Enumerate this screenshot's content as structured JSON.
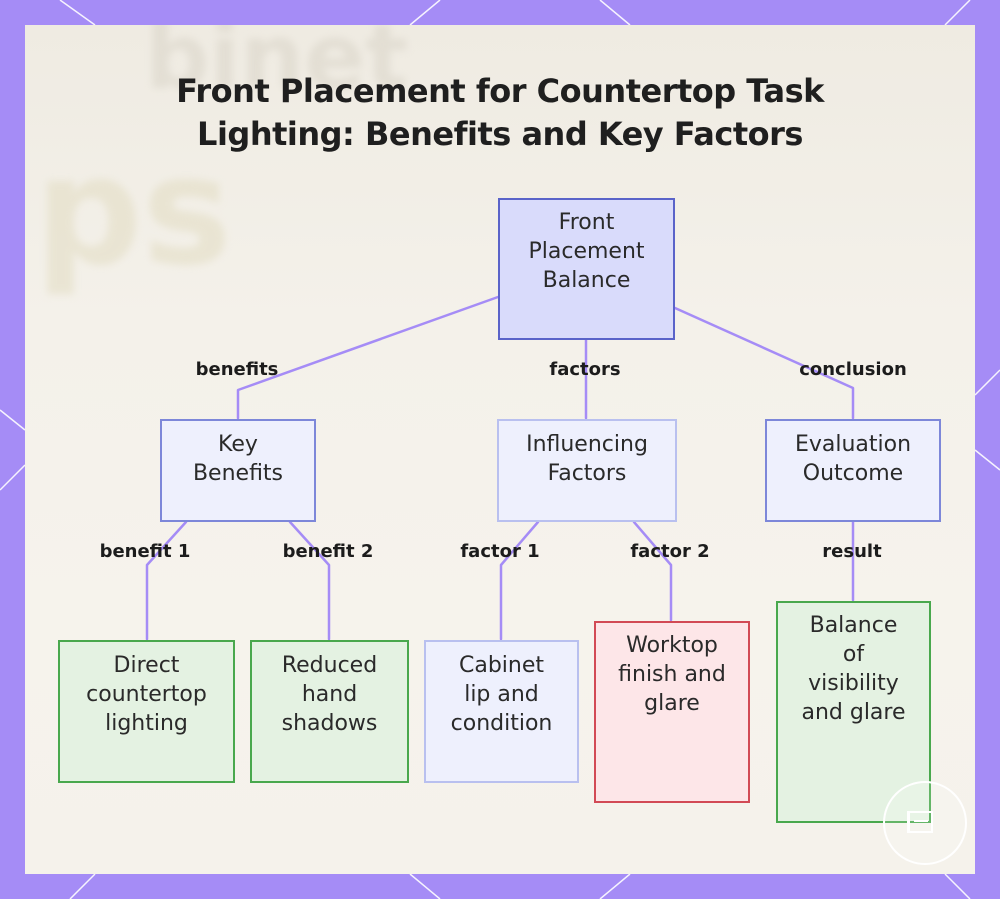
{
  "title": {
    "line1": "Front Placement for Countertop Task",
    "line2": "Lighting: Benefits and Key Factors"
  },
  "colors": {
    "background_frame": "#a58cf6",
    "edge": "#a58cf6",
    "root_fill": "#d9dbfb",
    "root_border": "#5a63c9",
    "branch_fill": "#eef0fd",
    "branch_border": "#7d87d9",
    "benefit_fill": "#e4f2e2",
    "benefit_border": "#49a84d",
    "factor_blue_fill": "#eef0fd",
    "factor_red_fill": "#fde6e8",
    "factor_red_border": "#d24a55"
  },
  "nodes": {
    "root": {
      "label": "Front\nPlacement\nBalance"
    },
    "key_benefits": {
      "label": "Key\nBenefits"
    },
    "influencing_factors": {
      "label": "Influencing\nFactors"
    },
    "evaluation_outcome": {
      "label": "Evaluation\nOutcome"
    },
    "direct_lighting": {
      "label": "Direct\ncountertop\nlighting"
    },
    "reduced_shadows": {
      "label": "Reduced\nhand\nshadows"
    },
    "cabinet_lip": {
      "label": "Cabinet\nlip and\ncondition"
    },
    "worktop_finish": {
      "label": "Worktop\nfinish and\nglare"
    },
    "balance": {
      "label": "Balance\nof\nvisibility\nand glare"
    }
  },
  "edge_labels": {
    "benefits": "benefits",
    "factors": "factors",
    "conclusion": "conclusion",
    "benefit1": "benefit 1",
    "benefit2": "benefit 2",
    "factor1": "factor 1",
    "factor2": "factor 2",
    "result": "result"
  },
  "background_text": {
    "line1": "binet",
    "line2": "ps"
  },
  "logo_icon": "document-icon"
}
